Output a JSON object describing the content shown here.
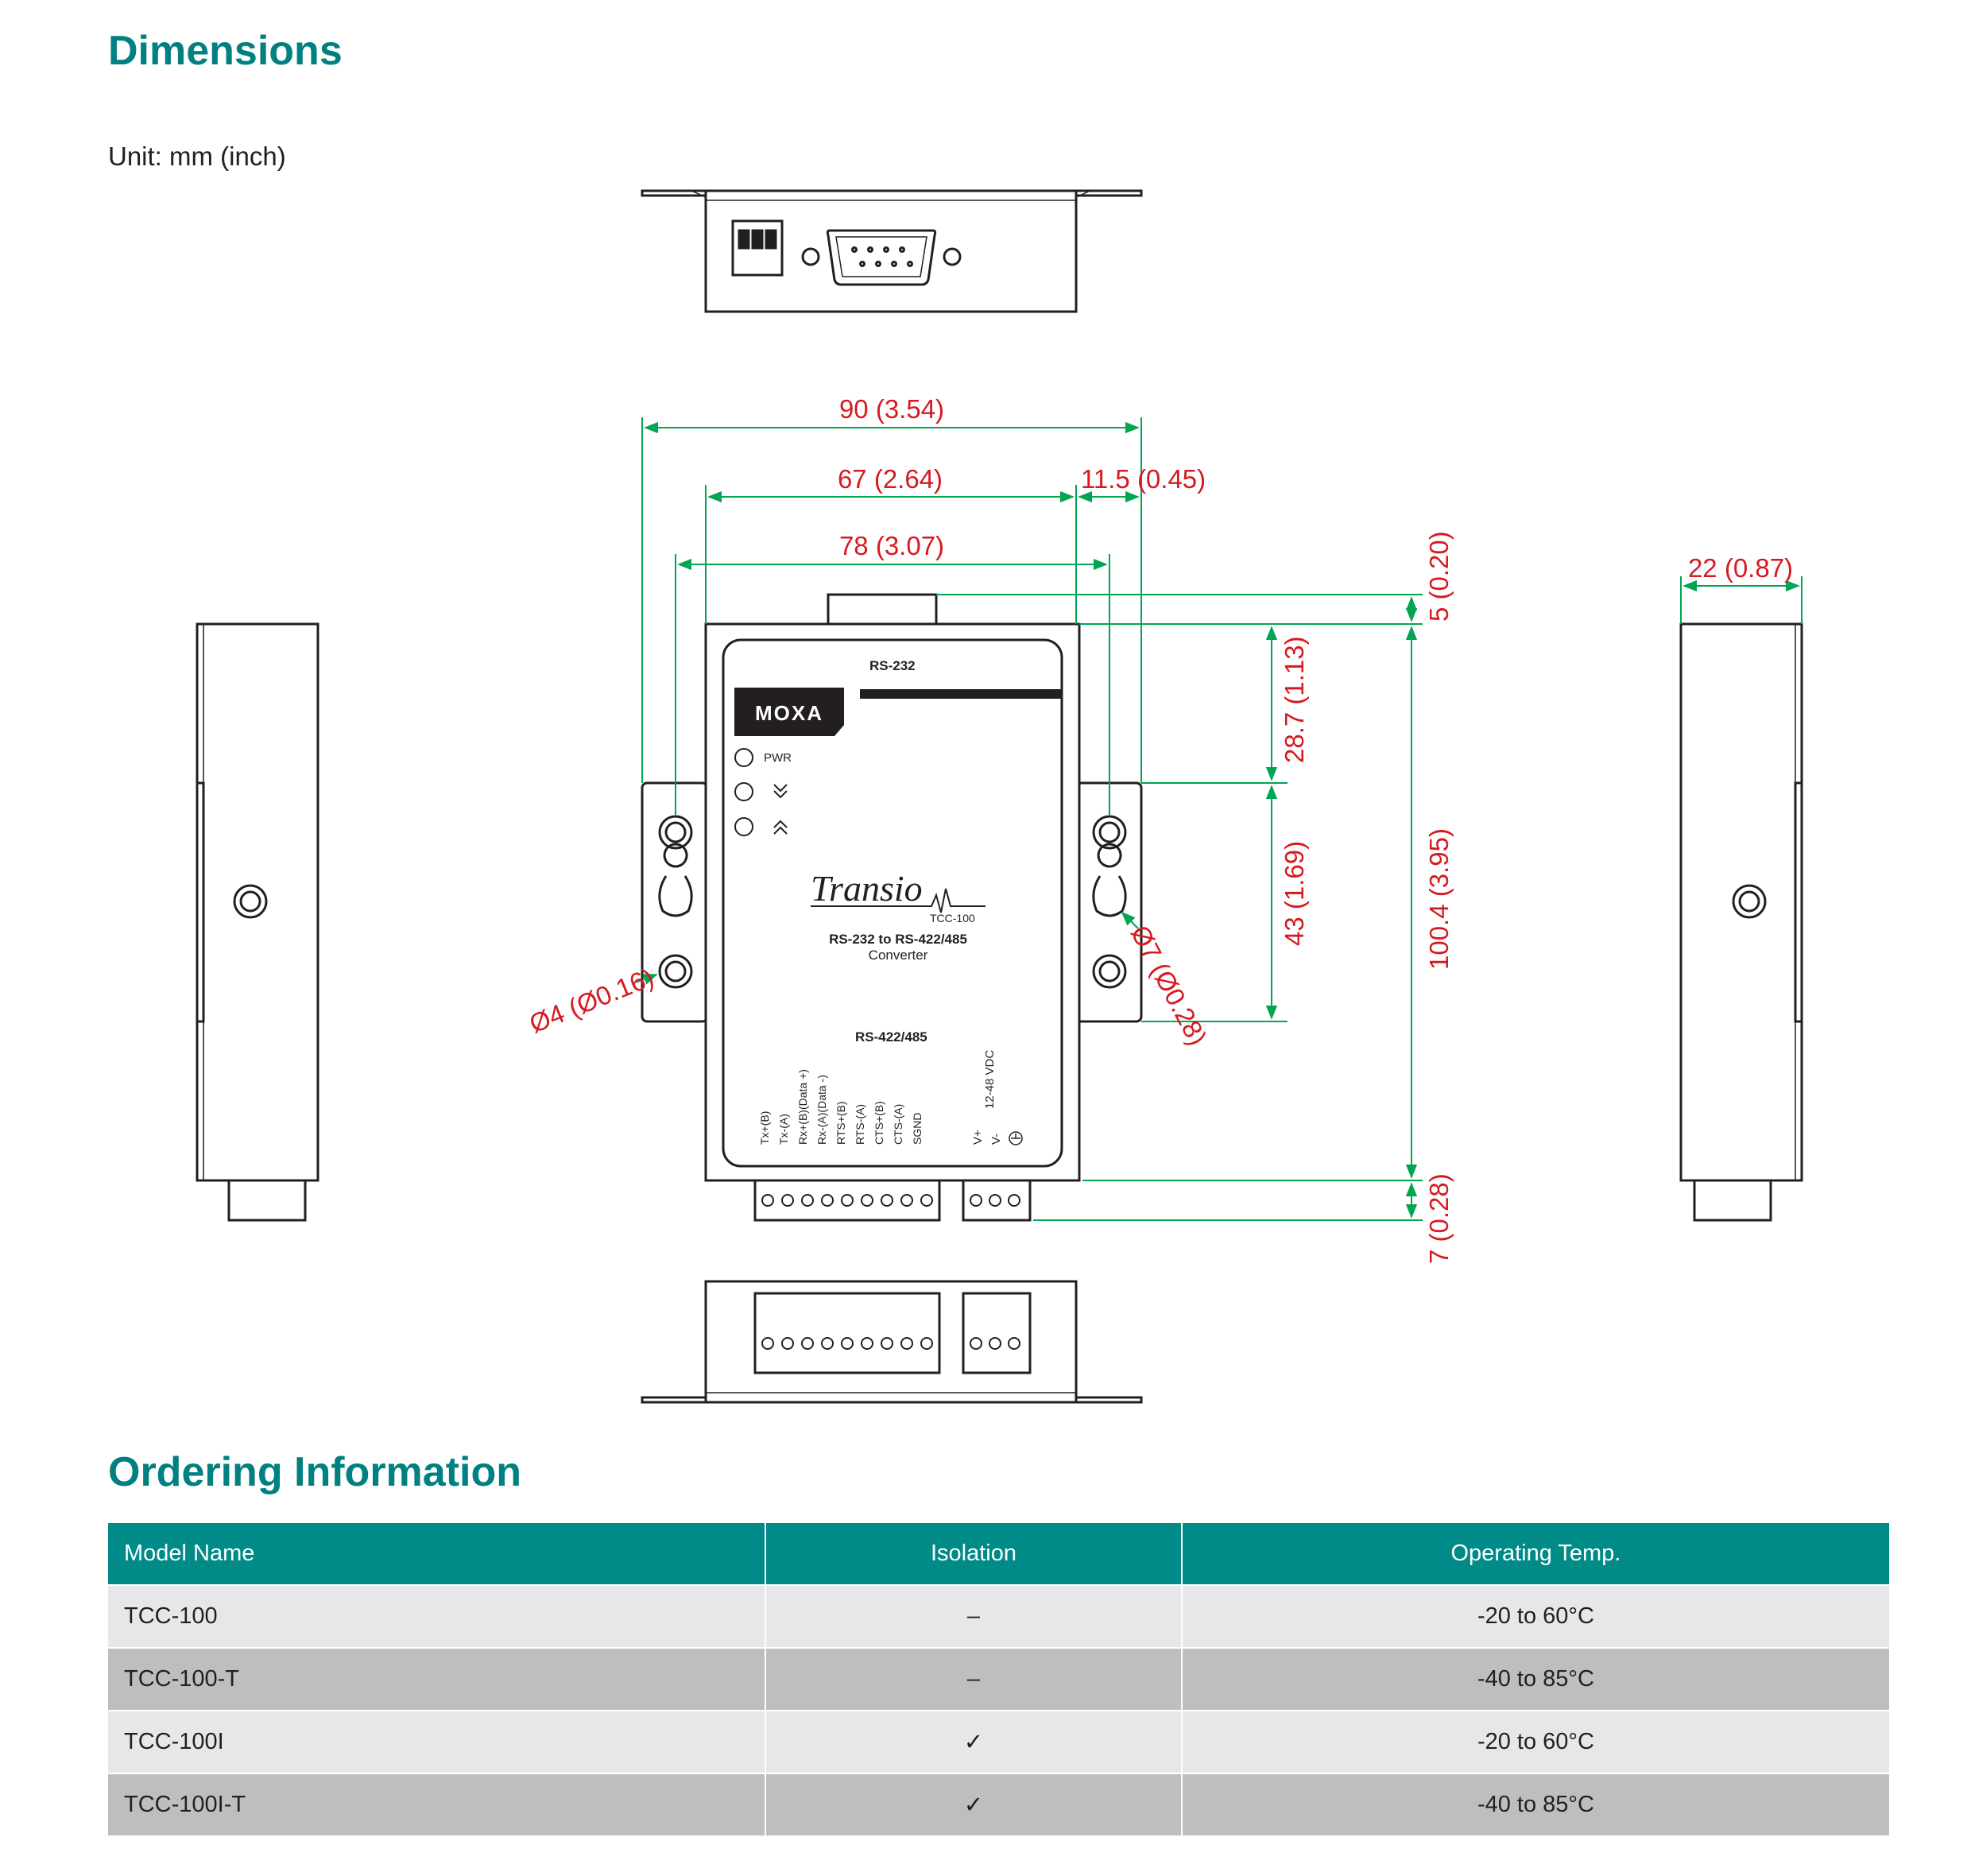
{
  "dimensions": {
    "title": "Dimensions",
    "unit": "Unit: mm (inch)",
    "labels": {
      "width_total": "90 (3.54)",
      "body_width": "67 (2.64)",
      "ear_offset": "11.5 (0.45)",
      "hole_spacing": "78 (3.07)",
      "top_connector": "5 (0.20)",
      "upper_height": "28.7 (1.13)",
      "hole_pitch": "43 (1.69)",
      "body_height": "100.4 (3.95)",
      "bottom_connector": "7 (0.28)",
      "depth": "22 (0.87)",
      "hole_small": "Ø4 (Ø0.16)",
      "hole_large": "Ø7 (Ø0.28)"
    },
    "panel": {
      "brand": "MOXA",
      "port_top": "RS-232",
      "port_bottom": "RS-422/485",
      "led_pwr": "PWR",
      "product": "Transio",
      "model": "TCC-100",
      "desc_line1": "RS-232 to RS-422/485",
      "desc_line2": "Converter",
      "power": "12-48 VDC",
      "pins": [
        "Tx+(B)",
        "Tx-(A)",
        "Rx+(B)(Data +)",
        "Rx-(A)(Data -)",
        "RTS+(B)",
        "RTS-(A)",
        "CTS+(B)",
        "CTS-(A)",
        "SGND"
      ],
      "power_pins": [
        "V+",
        "V-"
      ]
    }
  },
  "ordering": {
    "title": "Ordering Information",
    "headers": [
      "Model Name",
      "Isolation",
      "Operating Temp."
    ],
    "rows": [
      [
        "TCC-100",
        "–",
        "-20 to 60°C"
      ],
      [
        "TCC-100-T",
        "–",
        "-40 to 85°C"
      ],
      [
        "TCC-100I",
        "✓",
        "-20 to 60°C"
      ],
      [
        "TCC-100I-T",
        "✓",
        "-40 to 85°C"
      ]
    ]
  },
  "colors": {
    "heading": "#008080",
    "table_header": "#008a88",
    "row_light": "#e6e7e8",
    "row_dark": "#bcbec0",
    "dimension_text": "#d71920",
    "dimension_line": "#00a651"
  }
}
